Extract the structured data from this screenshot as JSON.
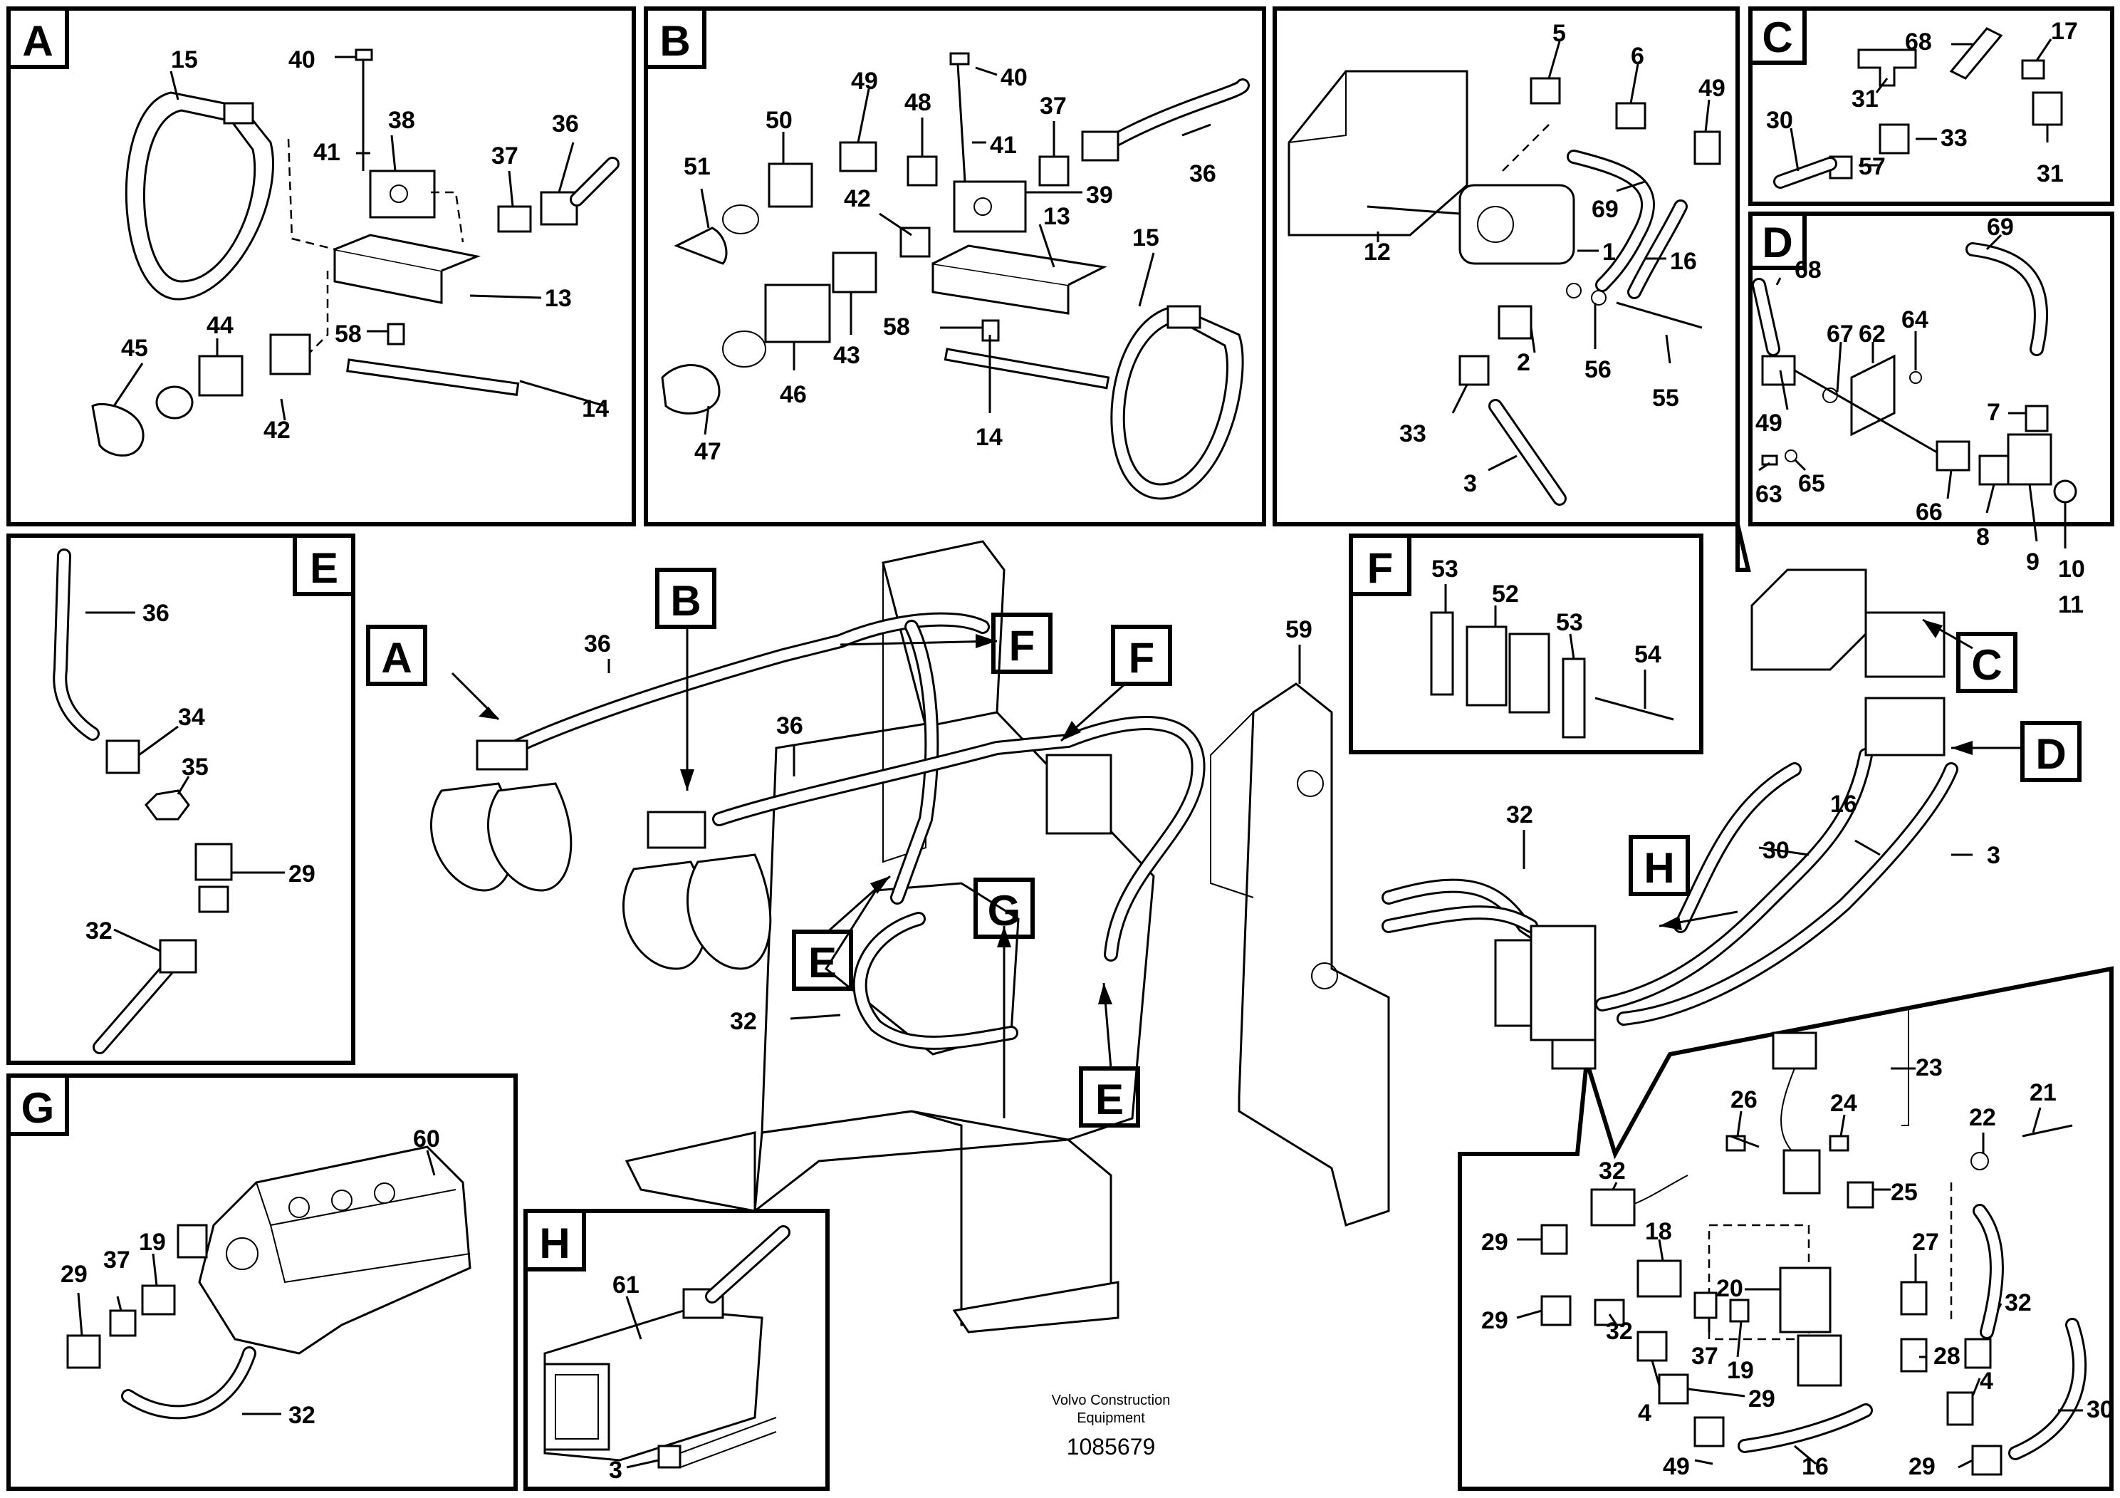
{
  "panels": {
    "A": {
      "tag": "A",
      "labels": [
        "15",
        "40",
        "41",
        "38",
        "37",
        "36",
        "13",
        "14",
        "58",
        "45",
        "44",
        "42"
      ]
    },
    "B": {
      "tag": "B",
      "labels": [
        "49",
        "40",
        "50",
        "48",
        "37",
        "51",
        "41",
        "36",
        "42",
        "39",
        "13",
        "15",
        "43",
        "46",
        "58",
        "14",
        "47"
      ]
    },
    "pump": {
      "labels": [
        "5",
        "6",
        "49",
        "1",
        "12",
        "69",
        "16",
        "2",
        "56",
        "55",
        "33",
        "3"
      ]
    },
    "C": {
      "tag": "C",
      "labels": [
        "68",
        "17",
        "31",
        "30",
        "33",
        "57",
        "31"
      ]
    },
    "D": {
      "tag": "D",
      "labels": [
        "69",
        "68",
        "67",
        "62",
        "64",
        "49",
        "7",
        "63",
        "65",
        "66",
        "8",
        "9",
        "10",
        "11"
      ]
    },
    "E": {
      "tag": "E",
      "labels": [
        "36",
        "34",
        "35",
        "29",
        "32"
      ]
    },
    "F": {
      "tag": "F",
      "labels": [
        "53",
        "52",
        "53",
        "54"
      ]
    },
    "G": {
      "tag": "G",
      "labels": [
        "60",
        "19",
        "37",
        "29",
        "32"
      ]
    },
    "H": {
      "tag": "H",
      "labels": [
        "61",
        "3"
      ]
    },
    "Hdetail": {
      "labels": [
        "23",
        "26",
        "24",
        "21",
        "22",
        "32",
        "25",
        "18",
        "29",
        "20",
        "27",
        "29",
        "32",
        "32",
        "37",
        "19",
        "28",
        "4",
        "4",
        "29",
        "30",
        "49",
        "16",
        "29"
      ]
    }
  },
  "main": {
    "callouts": [
      "A",
      "B",
      "F",
      "F",
      "C",
      "D",
      "E",
      "E",
      "G",
      "H"
    ],
    "labels": [
      "36",
      "36",
      "59",
      "32",
      "16",
      "30",
      "3",
      "32"
    ]
  },
  "caption": {
    "company": "Volvo Construction",
    "subtitle": "Equipment",
    "number": "1085679"
  }
}
